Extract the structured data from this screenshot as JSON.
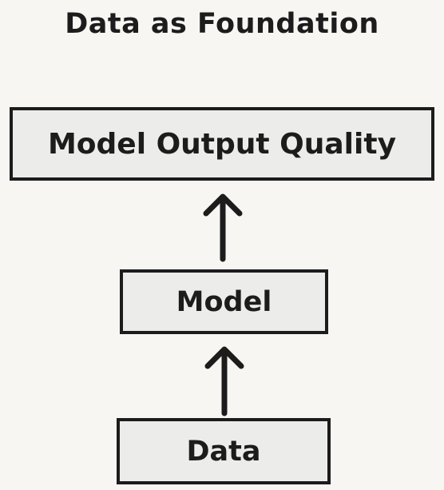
{
  "diagram": {
    "title": "Data as Foundation",
    "nodes": [
      {
        "id": "output",
        "label": "Model Output Quality"
      },
      {
        "id": "model",
        "label": "Model"
      },
      {
        "id": "data",
        "label": "Data"
      }
    ],
    "edges": [
      {
        "from": "data",
        "to": "model",
        "icon": "up-arrow-icon"
      },
      {
        "from": "model",
        "to": "output",
        "icon": "up-arrow-icon"
      }
    ],
    "colors": {
      "ink": "#1c1c1c",
      "box_fill": "#ececea",
      "background": "#f7f6f3"
    }
  }
}
